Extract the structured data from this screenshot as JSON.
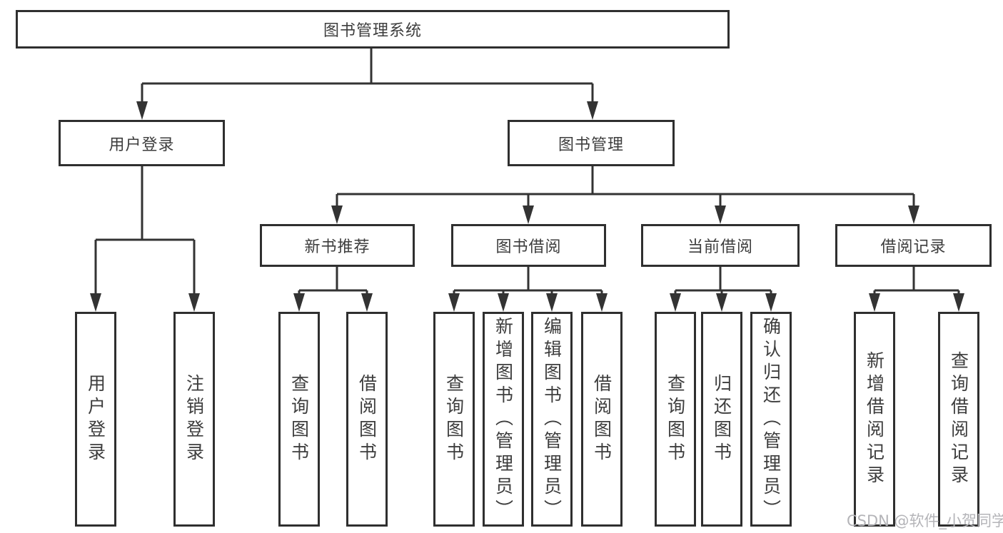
{
  "diagram": {
    "root": "图书管理系统",
    "level2": {
      "user_login": "用户登录",
      "book_management": "图书管理"
    },
    "level3": {
      "new_book_recommend": "新书推荐",
      "book_borrow": "图书借阅",
      "current_borrow": "当前借阅",
      "borrow_records": "借阅记录"
    },
    "leaves": {
      "user": [
        "用户登录",
        "注销登录"
      ],
      "recommend": [
        "查询图书",
        "借阅图书"
      ],
      "borrow": [
        "查询图书",
        "新增图书（管理员）",
        "编辑图书（管理员）",
        "借阅图书"
      ],
      "current": [
        "查询图书",
        "归还图书",
        "确认归还（管理员）"
      ],
      "records": [
        "新增借阅记录",
        "查询借阅记录"
      ]
    }
  },
  "watermark": "CSDN @软件_小贺同学",
  "colors": {
    "line": "#333333",
    "border": "#2f2f2f",
    "text": "#3d3d3d",
    "watermark": "#b4b4b8",
    "background": "#ffffff"
  }
}
